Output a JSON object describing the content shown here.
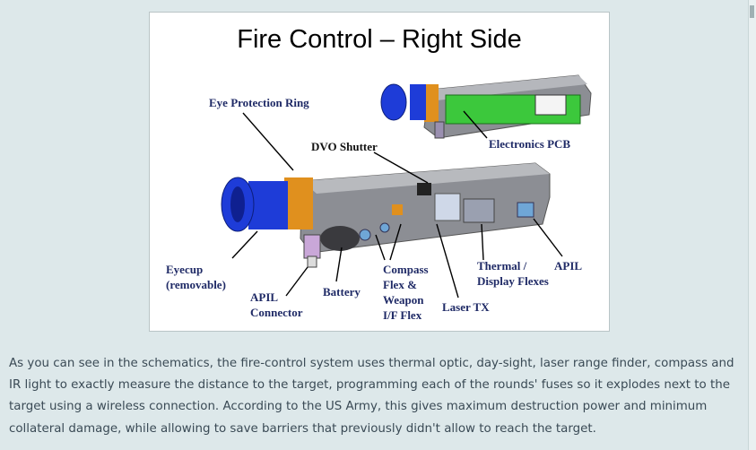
{
  "figure": {
    "title": "Fire Control – Right Side",
    "labels": {
      "eye_protection_ring": "Eye Protection Ring",
      "dvo_shutter": "DVO Shutter",
      "electronics_pcb": "Electronics PCB",
      "eyecup_line1": "Eyecup",
      "eyecup_line2": "(removable)",
      "apil_connector_line1": "APIL",
      "apil_connector_line2": "Connector",
      "battery": "Battery",
      "compass_line1": "Compass",
      "compass_line2": "Flex &",
      "compass_line3": "Weapon",
      "compass_line4": "I/F Flex",
      "laser_tx": "Laser TX",
      "thermal_line1": "Thermal /",
      "thermal_line2": "Display Flexes",
      "apil": "APIL"
    },
    "colors": {
      "eyecup_blue": "#1e3cd8",
      "housing_gray": "#8c8e94",
      "orange_ring": "#e0901e",
      "pcb_green": "#3cc83c"
    }
  },
  "caption": "As you can see in the schematics, the fire-control system uses thermal optic, day-sight, laser range finder, compass and IR light to exactly measure the distance to the target, programming each of the rounds' fuses so it explodes next to the target using a wireless connection. According to the US Army, this gives maximum destruction power and minimum collateral damage, while allowing to save barriers that previously didn't allow to reach the target."
}
